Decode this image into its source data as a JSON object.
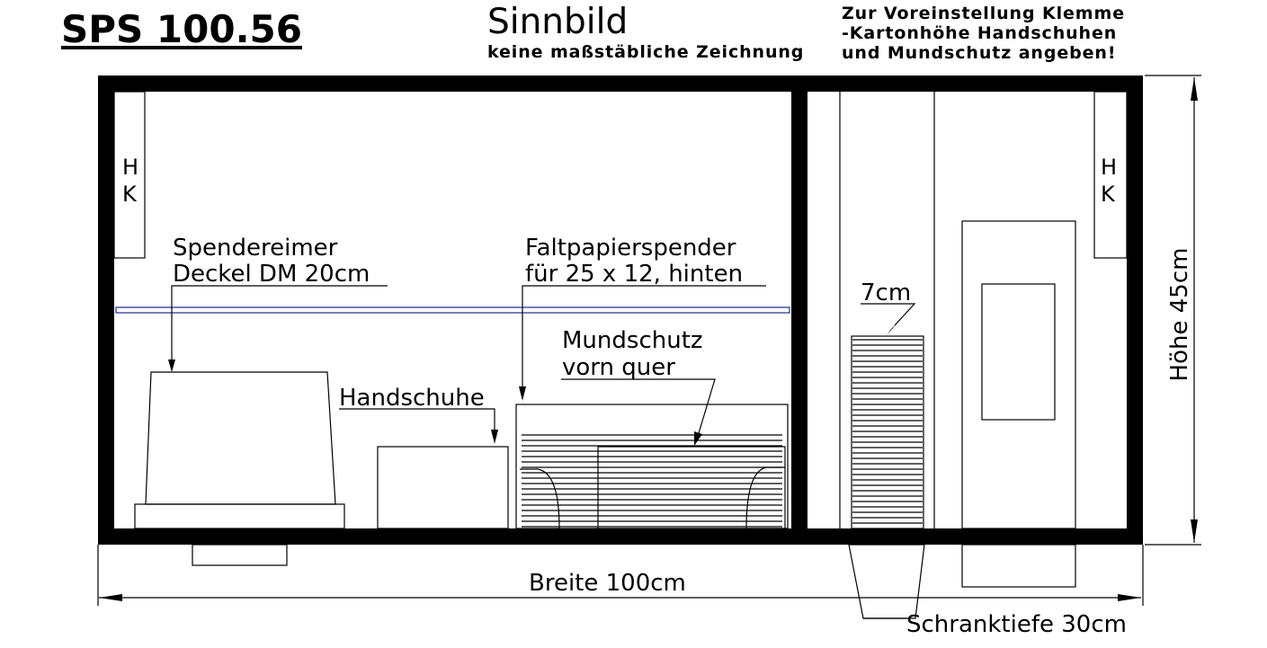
{
  "title": "SPS 100.56",
  "subtitle": "Sinnbild",
  "subtitle_note": "keine maßstäbliche Zeichnung",
  "note_lines": [
    "Zur Voreinstellung Klemme",
    "-Kartonhöhe Handschuhen",
    "und Mundschutz angeben!"
  ],
  "labels": {
    "hk_left_h": "H",
    "hk_left_k": "K",
    "hk_right_h": "H",
    "hk_right_k": "K",
    "spendereimer_1": "Spendereimer",
    "spendereimer_2": "Deckel DM 20cm",
    "faltpapier_1": "Faltpapierspender",
    "faltpapier_2": "für 25 x 12, hinten",
    "mundschutz_1": "Mundschutz",
    "mundschutz_2": "vorn quer",
    "handschuhe": "Handschuhe",
    "seven_cm": "7cm",
    "breite": "Breite 100cm",
    "hoehe": "Höhe 45cm",
    "schranktiefe": "Schranktiefe 30cm"
  }
}
